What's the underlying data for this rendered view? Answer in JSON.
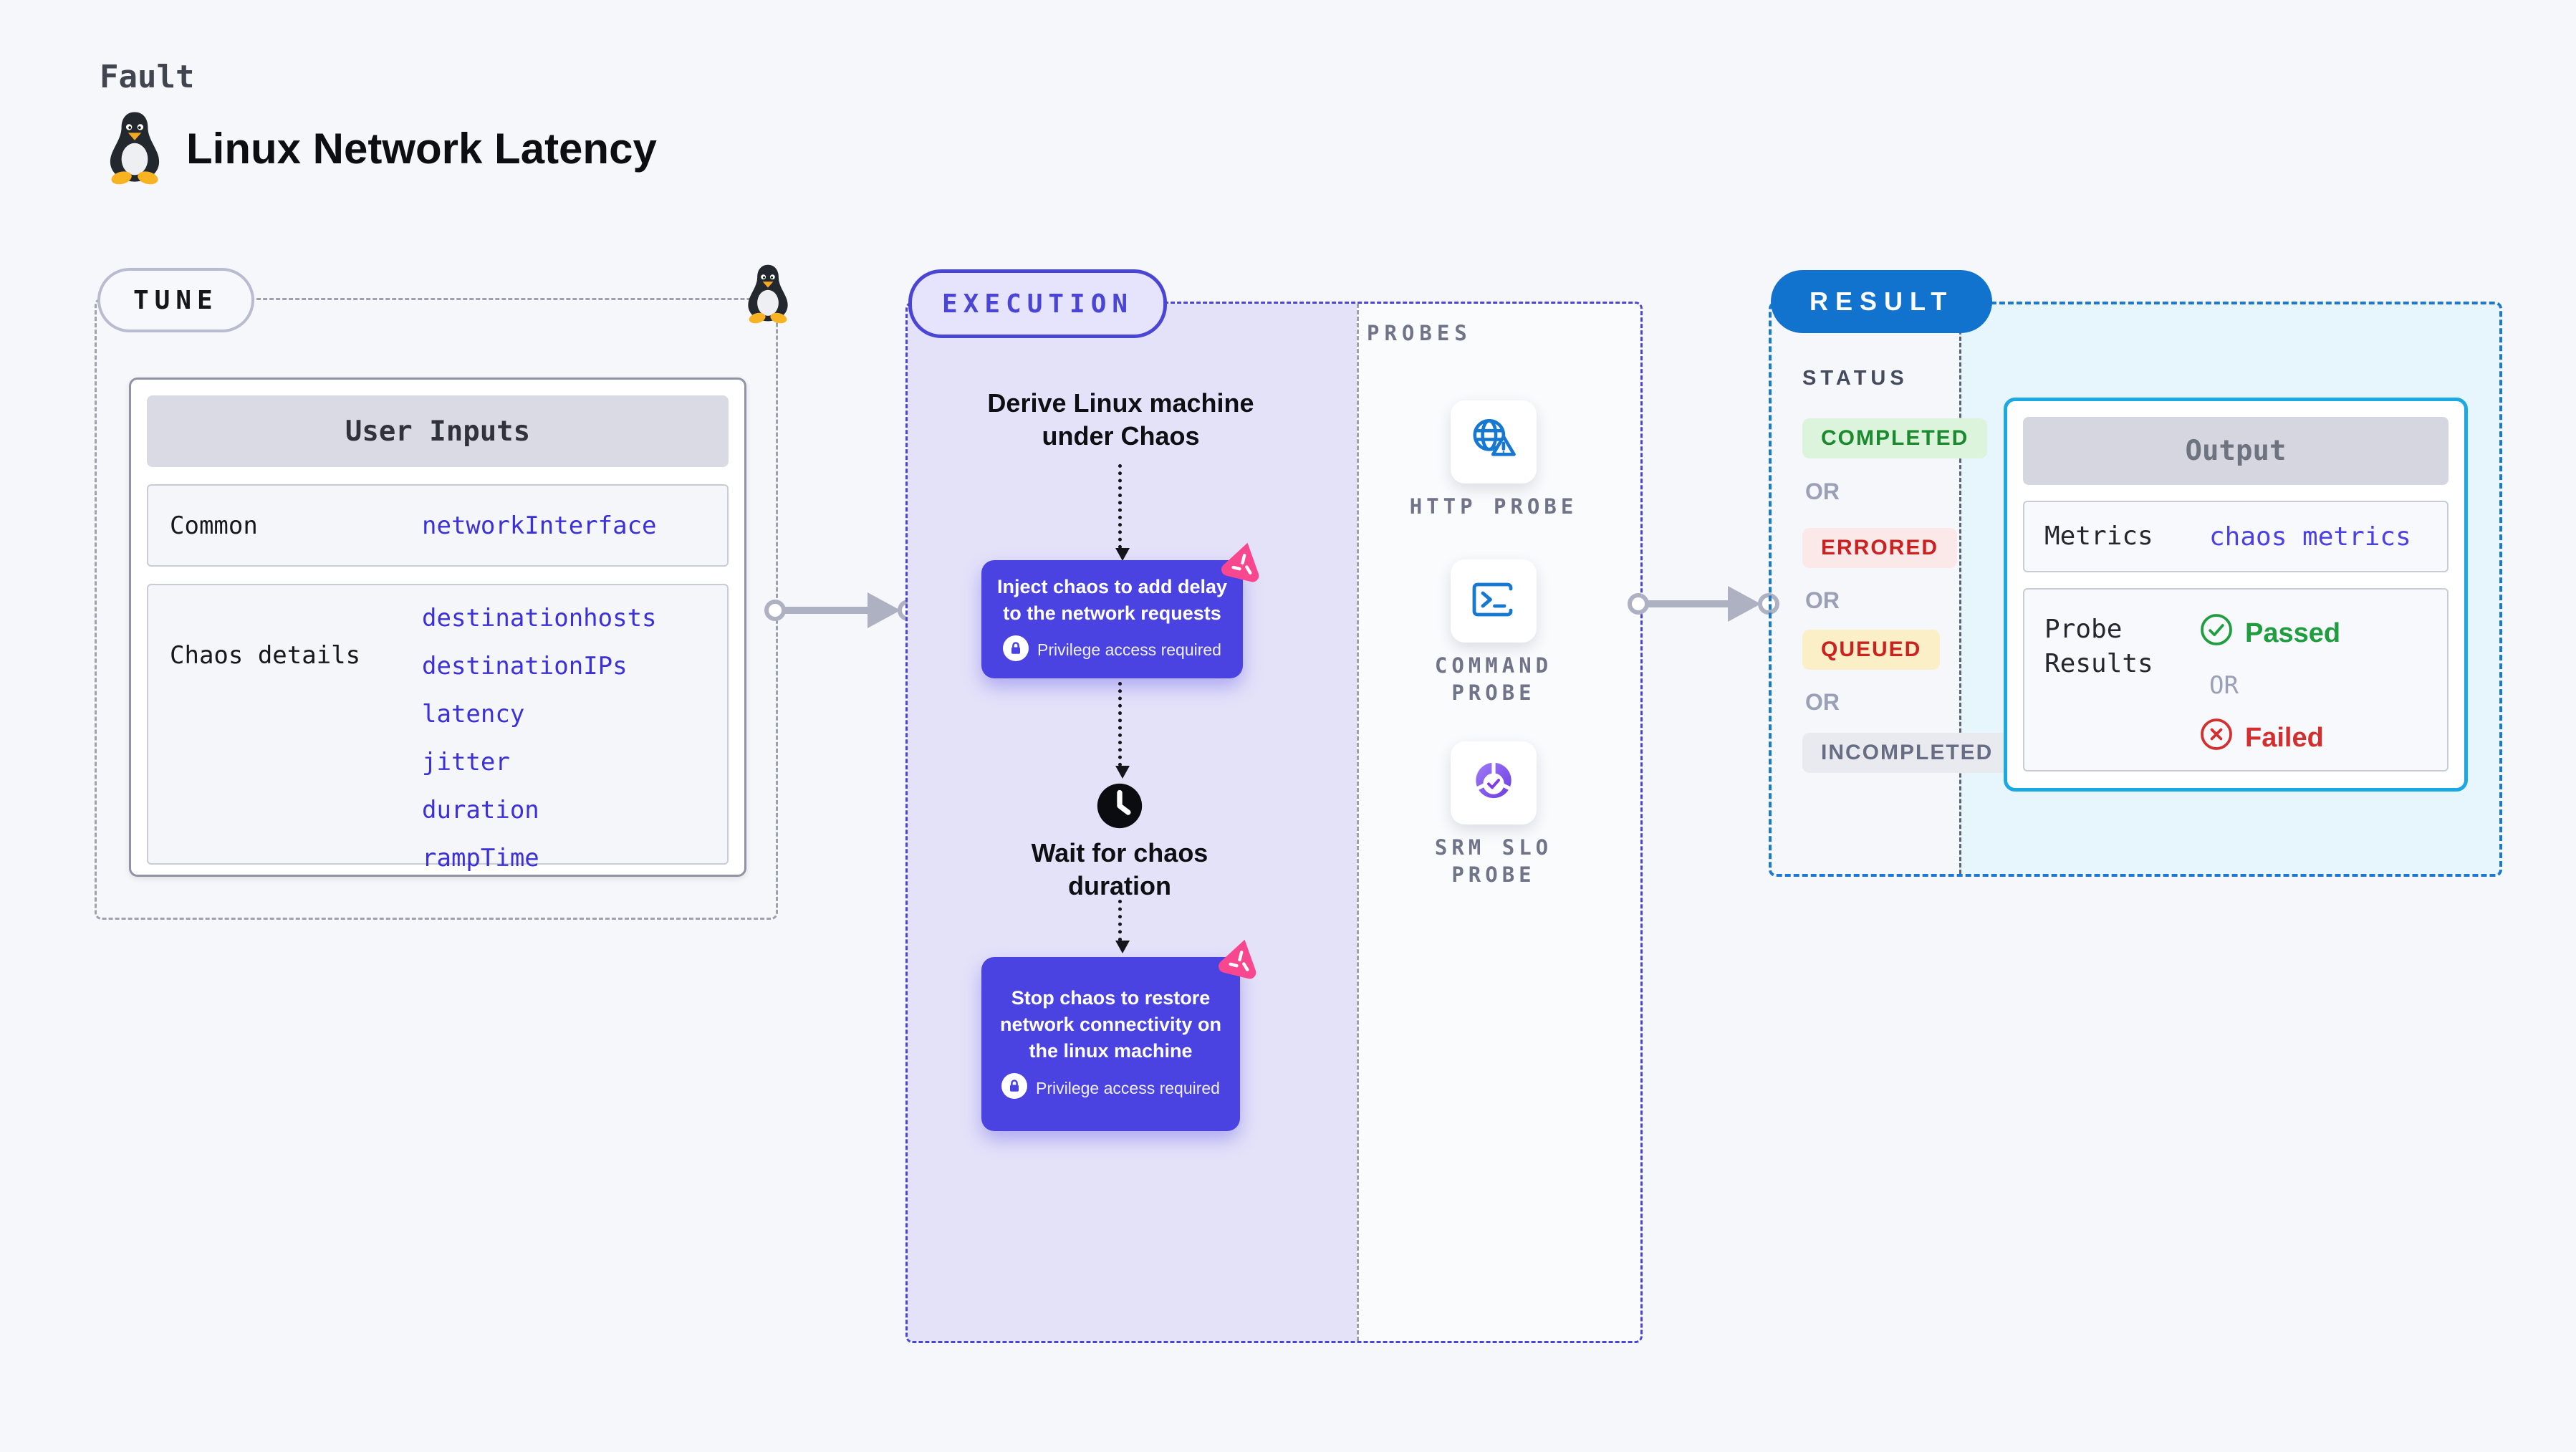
{
  "header": {
    "kicker": "Fault",
    "title": "Linux Network Latency"
  },
  "tune": {
    "badge": "TUNE",
    "user_inputs": {
      "title": "User Inputs",
      "rows": [
        {
          "label": "Common",
          "values": [
            "networkInterface"
          ]
        },
        {
          "label": "Chaos details",
          "values": [
            "destinationhosts",
            "destinationIPs",
            "latency",
            "jitter",
            "duration",
            "rampTime"
          ]
        }
      ]
    }
  },
  "execution": {
    "badge": "EXECUTION",
    "derive_label": "Derive Linux machine under Chaos",
    "inject": {
      "text": "Inject chaos to add delay to the network requests",
      "note": "Privilege access required"
    },
    "wait_label": "Wait for chaos duration",
    "stop": {
      "text": "Stop chaos to restore network connectivity on the linux machine",
      "note": "Privilege access required"
    }
  },
  "probes": {
    "label": "PROBES",
    "items": [
      {
        "name": "HTTP PROBE",
        "icon": "globe-alert-icon"
      },
      {
        "name": "COMMAND PROBE",
        "icon": "terminal-icon"
      },
      {
        "name": "SRM SLO PROBE",
        "icon": "slo-pie-check-icon"
      }
    ]
  },
  "result": {
    "badge": "RESULT",
    "status": {
      "label": "STATUS",
      "or": "OR",
      "items": [
        {
          "text": "COMPLETED",
          "fg": "#1B8A2F",
          "bg": "#DCF3DC"
        },
        {
          "text": "ERRORED",
          "fg": "#CB2121",
          "bg": "#FBE9E9"
        },
        {
          "text": "QUEUED",
          "fg": "#CB2121",
          "bg": "#FBEFC8"
        },
        {
          "text": "INCOMPLETED",
          "fg": "#676E84",
          "bg": "#E9EAF0"
        }
      ]
    },
    "output": {
      "title": "Output",
      "metrics": {
        "label": "Metrics",
        "value": "chaos metrics"
      },
      "probe_results": {
        "label": "Probe Results",
        "passed": "Passed",
        "or": "OR",
        "failed": "Failed"
      }
    }
  },
  "colors": {
    "page_bg": "#F6F7FA",
    "indigo_border": "#4B45D6",
    "node_indigo": "#4A43E2",
    "lavender_fill": "#E4E2F9",
    "chaos_pink": "#F9478F",
    "result_blue": "#1273CF",
    "result_border": "#1B79D4",
    "output_cyan_border": "#1BA8E3",
    "output_area_fill": "#E7F6FC",
    "probe_icon_blue": "#1778D2",
    "code_value_blue": "#3B30D9",
    "passed_green": "#1E9E3E",
    "failed_red": "#D32F2F",
    "or_gray": "#9AA0B5",
    "connector_gray": "#AEB1C2"
  }
}
